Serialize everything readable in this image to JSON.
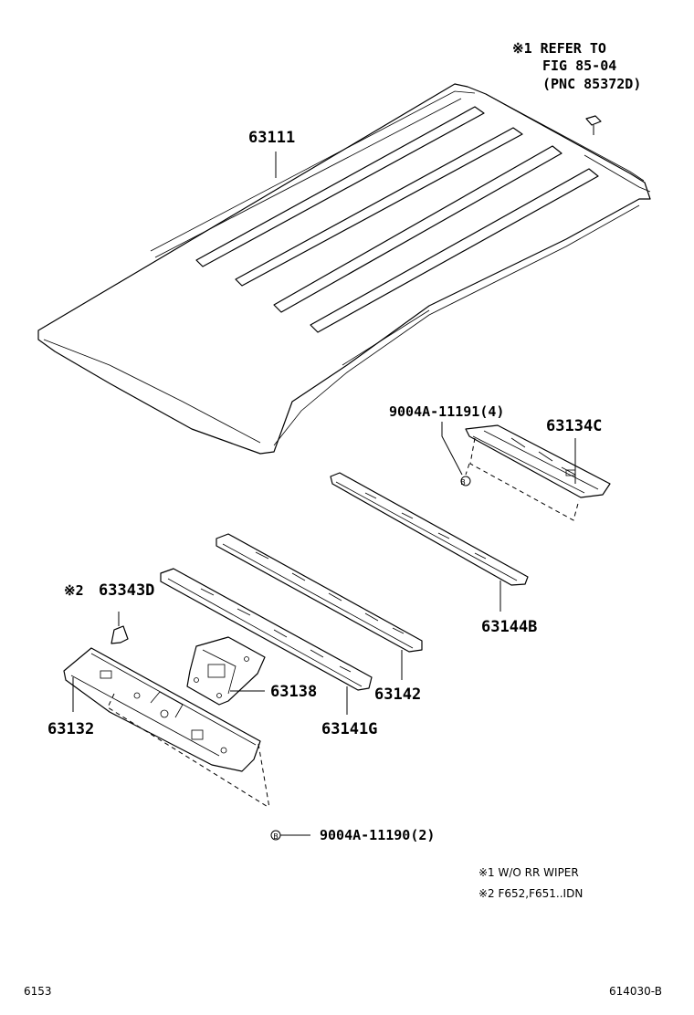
{
  "note_refer": {
    "line1": "※1 REFER TO",
    "line2": "FIG 85-04",
    "line3": "(PNC 85372D)"
  },
  "parts": {
    "roof_panel": "63111",
    "bolt_rear": "9004A-11191(4)",
    "rear_rail": "63134C",
    "bow_rear": "63144B",
    "note2_mark": "※2",
    "bracket_small": "63343D",
    "bow_mid": "63142",
    "front_rail": "63132",
    "bracket_center": "63138",
    "bow_front": "63141G",
    "bolt_front": "9004A-11190(2)"
  },
  "callout_mark": "B",
  "footnotes": {
    "note1": "※1 W/O RR WIPER",
    "note2": "※2 F652,F651..IDN"
  },
  "footer": {
    "left_code": "6153",
    "right_code": "614030-B"
  }
}
